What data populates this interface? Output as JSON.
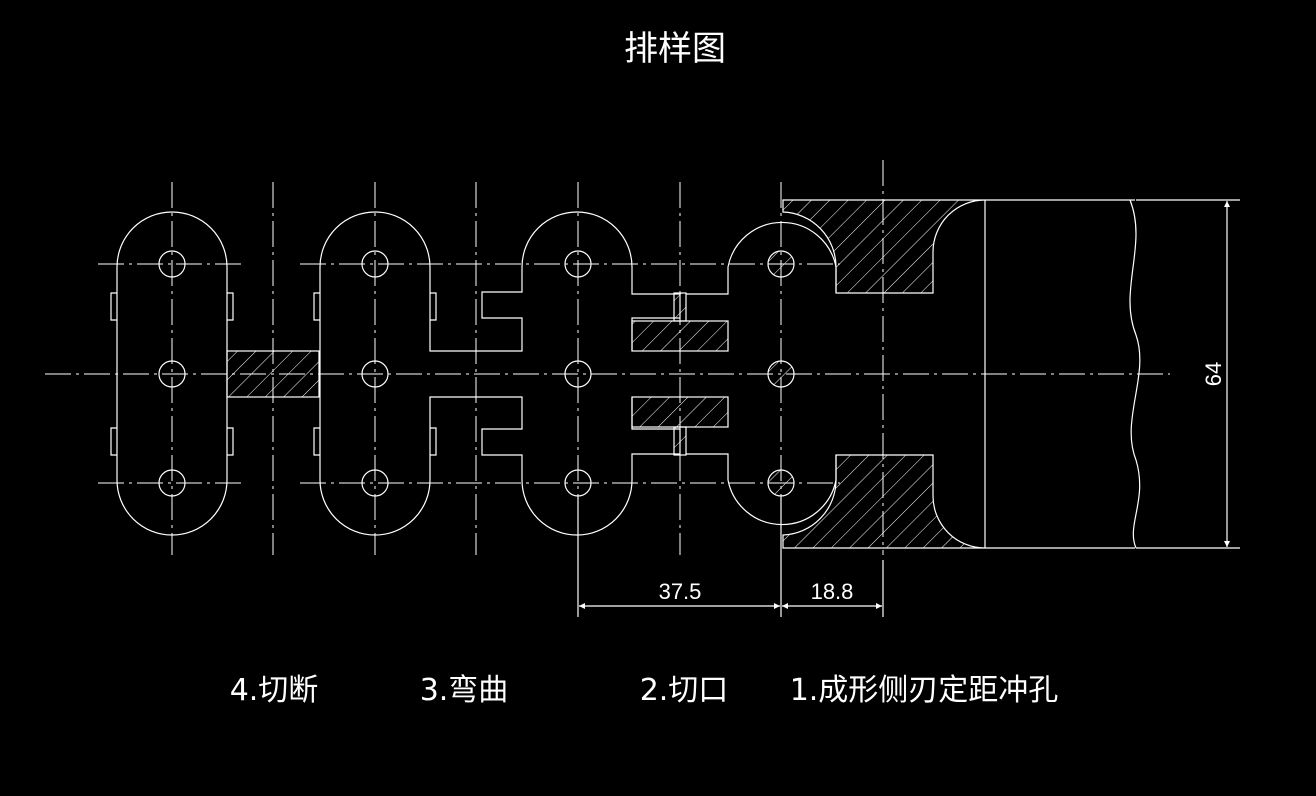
{
  "title": "排样图",
  "stations": [
    {
      "label": "4.切断"
    },
    {
      "label": "3.弯曲"
    },
    {
      "label": "2.切口"
    },
    {
      "label": "1.成形侧刃定距冲孔"
    }
  ],
  "dimensions": {
    "pitch": "37.5",
    "side_edge": "18.8",
    "strip_width": "64"
  },
  "colors": {
    "background": "#000000",
    "lines": "#ffffff"
  }
}
